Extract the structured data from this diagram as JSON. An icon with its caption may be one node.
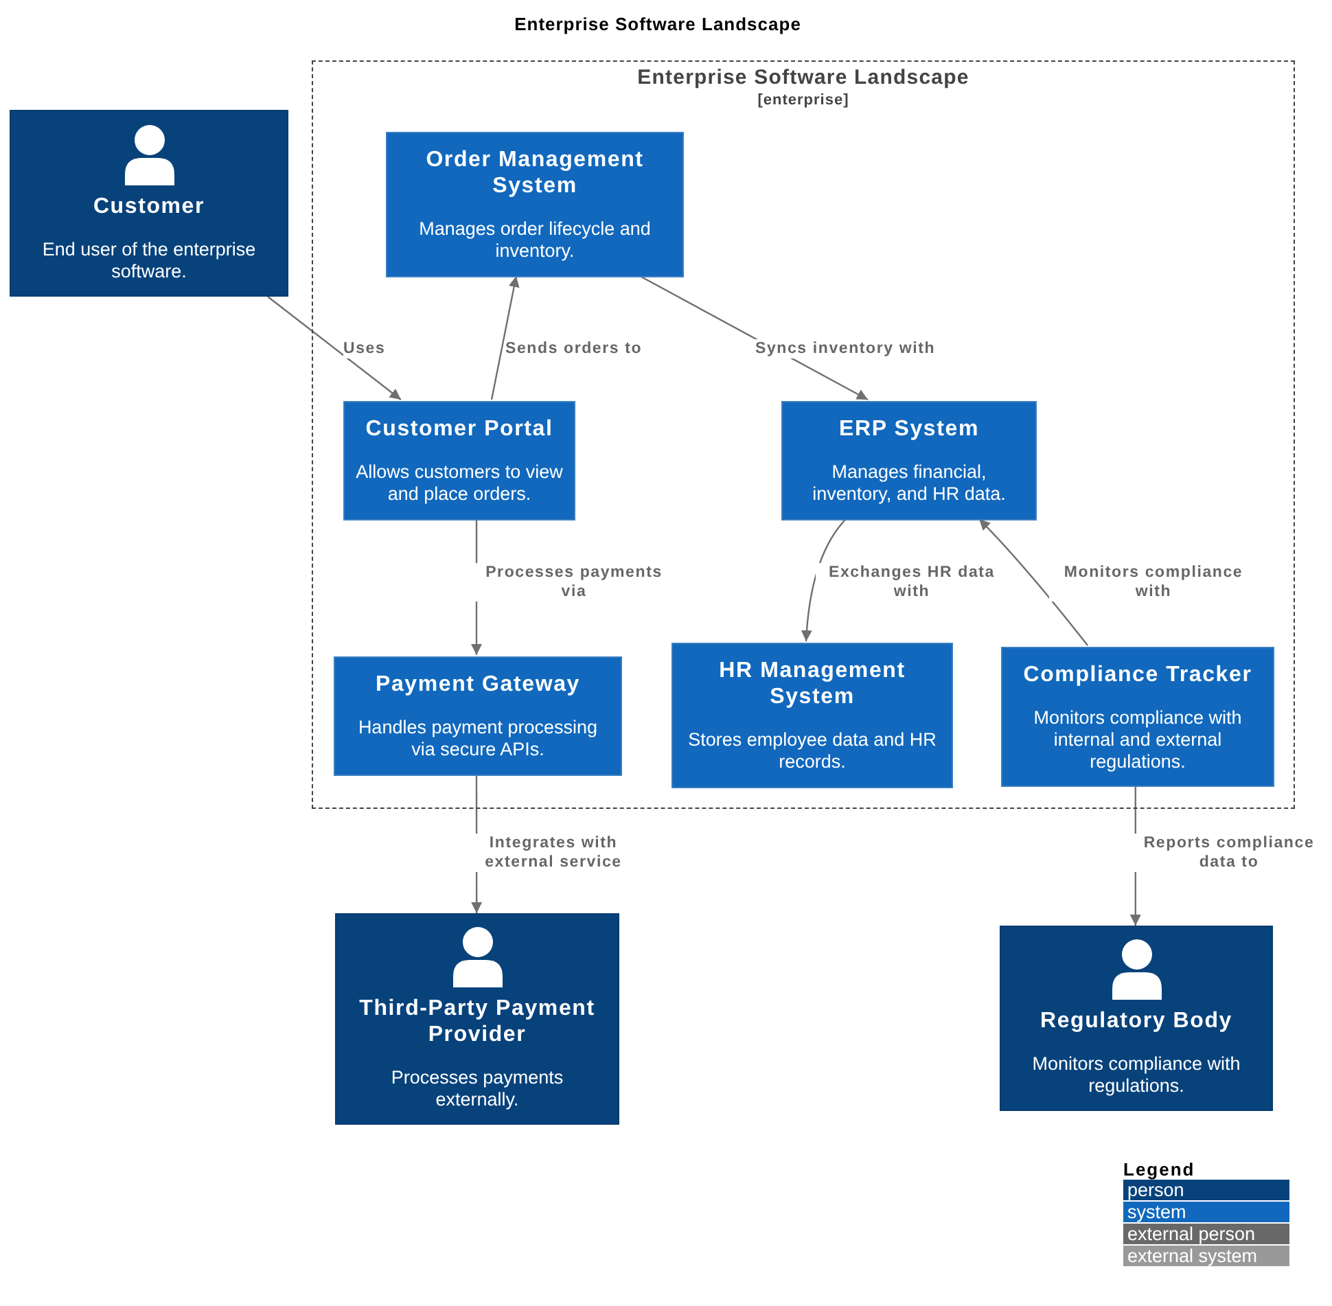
{
  "diagram": {
    "title": "Enterprise Software Landscape",
    "nodes": [
      {
        "text": [
          "Enterprise Software Landscape",
          "[enterprise]"
        ]
      },
      {
        "text": [
          "Customer",
          "End user of the enterprise software."
        ]
      },
      {
        "text": [
          "Order Management System",
          "Manages order lifecycle and inventory."
        ],
        "in": 0
      },
      {
        "text": [
          "Customer Portal",
          "Allows customers to view and place orders."
        ],
        "in": 0
      },
      {
        "text": [
          "ERP System",
          "Manages financial, inventory, and HR data."
        ],
        "in": 0
      },
      {
        "text": [
          "Payment Gateway",
          "Handles payment processing via secure APIs."
        ],
        "in": 0
      },
      {
        "text": [
          "HR Management System",
          "Stores employee data and HR records."
        ],
        "in": 0
      },
      {
        "text": [
          "Compliance Tracker",
          "Monitors compliance with internal and external regulations."
        ],
        "in": 0
      },
      {
        "text": [
          "Third-Party Payment Provider",
          "Processes payments externally."
        ]
      },
      {
        "text": [
          "Regulatory Body",
          "Monitors compliance with regulations."
        ]
      }
    ],
    "edges": [
      {
        "from": 1,
        "to": 3,
        "arrow": "to",
        "label": "Uses"
      },
      {
        "from": 3,
        "to": 2,
        "arrow": "to",
        "label": "Sends orders to"
      },
      {
        "from": 2,
        "to": 4,
        "arrow": "to",
        "label": "Syncs inventory with"
      },
      {
        "from": 3,
        "to": 5,
        "arrow": "to",
        "label": "Processes payments via"
      },
      {
        "from": 4,
        "to": 6,
        "arrow": "to",
        "label": "Exchanges HR data with"
      },
      {
        "from": 7,
        "to": 4,
        "arrow": "to",
        "label": "Monitors compliance with"
      },
      {
        "from": 5,
        "to": 8,
        "arrow": "to",
        "label": "Integrates with external service"
      },
      {
        "from": 7,
        "to": 9,
        "arrow": "to",
        "label": "Reports compliance data to"
      }
    ],
    "labels": [
      "Legend"
    ],
    "legend": [
      {
        "text": "person",
        "color": "#08427b"
      },
      {
        "text": "system",
        "color": "#1168bd"
      },
      {
        "text": "external person",
        "color": "#686868"
      },
      {
        "text": "external system",
        "color": "#999999"
      }
    ]
  }
}
